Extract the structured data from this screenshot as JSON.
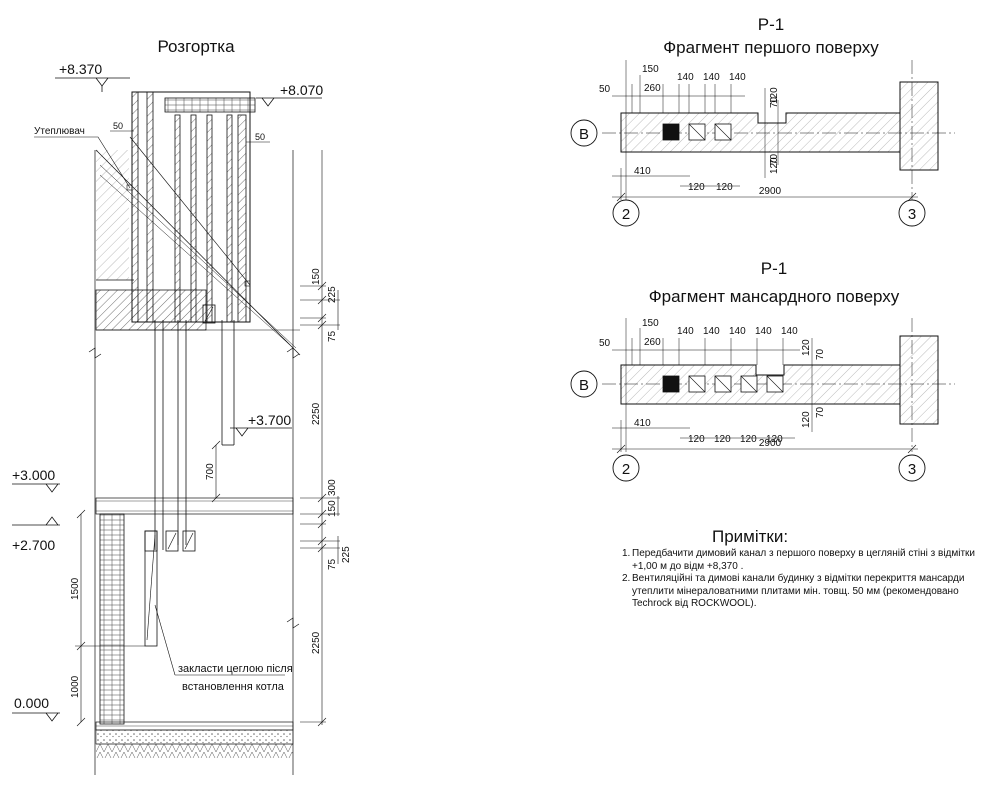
{
  "section": {
    "title": "Розгортка",
    "levels": [
      "+8.370",
      "+8.070",
      "+3.700",
      "+3.000",
      "+2.700",
      "0.000"
    ],
    "insulation_label": "Утеплювач",
    "dims_top": [
      "50",
      "50"
    ],
    "dims_right": [
      "150",
      "225",
      "75",
      "2250",
      "700",
      "300",
      "150",
      "225",
      "75",
      "2250"
    ],
    "dims_left": [
      "1500",
      "1000"
    ],
    "callout_lines": [
      "закласти цеглою після",
      "встановлення котла"
    ]
  },
  "plan1": {
    "code": "Р-1",
    "title": "Фрагмент першого поверху",
    "dims_top": [
      "150",
      "50",
      "260",
      "140",
      "140",
      "140"
    ],
    "dims_right": [
      "120",
      "70",
      "120",
      "70"
    ],
    "dims_bottom": [
      "410",
      "120",
      "120",
      "2900"
    ],
    "axis_row": "В",
    "axis_cols": [
      "2",
      "3"
    ]
  },
  "plan2": {
    "code": "Р-1",
    "title": "Фрагмент мансардного поверху",
    "dims_top": [
      "150",
      "50",
      "260",
      "140",
      "140",
      "140",
      "140",
      "140"
    ],
    "dims_right": [
      "120",
      "70",
      "120",
      "70"
    ],
    "dims_bottom": [
      "410",
      "120",
      "120",
      "120",
      "120",
      "2900"
    ],
    "axis_row": "В",
    "axis_cols": [
      "2",
      "3"
    ]
  },
  "notes": {
    "title": "Примітки:",
    "items": [
      {
        "num": "1.",
        "text": "Передбачити димовий канал з першого поверху в цегляній стіні з відмітки +1,00 м до відм +8,370 ."
      },
      {
        "num": "2.",
        "text": "Вентиляційні та димові канали будинку з відмітки перекриття мансарди утеплити мінераловатними плитами мін. товщ. 50 мм (рекомендовано Techrock від ROCKWOOL)."
      }
    ]
  }
}
